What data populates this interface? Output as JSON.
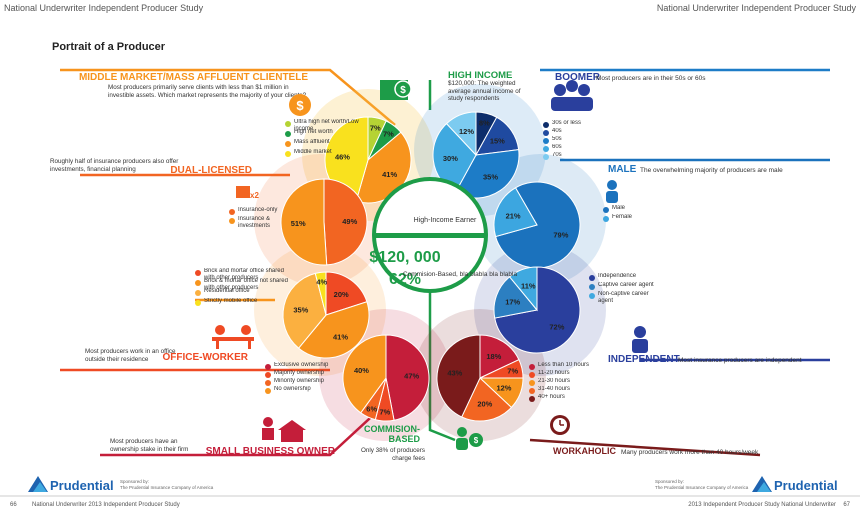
{
  "header": {
    "left": "National Underwriter Independent Producer Study",
    "right": "National Underwriter Independent Producer Study"
  },
  "title": "Portrait of a Producer",
  "center": {
    "top_value": "$120, 000",
    "top_label": "High-Income Earner",
    "bottom_value": "62%",
    "bottom_label": "Commision-Based, bla blabla bla blabla"
  },
  "sections": {
    "middle_market": {
      "title": "MIDDLE MARKET/MASS AFFLUENT CLIENTELE",
      "text": "Most producers primarily serve clients with less than $1 million in investible assets. Which market represents the majority of your clients?",
      "legend": [
        "Ultra high net worth/Low income",
        "High net worth",
        "Mass affluent",
        "Middle market"
      ]
    },
    "high_income": {
      "title": "HIGH INCOME",
      "text": "$120,000: The weighted average annual income of study respondents"
    },
    "boomer": {
      "title": "BOOMER",
      "text": "Most producers are in their 50s or 60s",
      "legend": [
        "30s or less",
        "40s",
        "50s",
        "60s",
        "70s"
      ]
    },
    "male": {
      "title": "MALE",
      "text": "The overwhelming majority of producers are male",
      "legend": [
        "Male",
        "Female"
      ]
    },
    "dual": {
      "title": "DUAL-LICENSED",
      "text": "Roughly half of insurance producers also offer investments, financial planning",
      "legend": [
        "Insurance-only",
        "Insurance & investments"
      ]
    },
    "office": {
      "title": "OFFICE-WORKER",
      "text": "Most producers work in an office outside their residence",
      "legend": [
        "Brick and mortar office shared with other producers",
        "Brick & mortar office not shared with other producers",
        "Residential office",
        "Strictly mobile office"
      ]
    },
    "independent": {
      "title": "INDEPENDENT",
      "text": "Most insurance producers are independent",
      "legend": [
        "Independence",
        "Captive career agent",
        "Non-captive career agent"
      ]
    },
    "small_business": {
      "title": "SMALL BUSINESS OWNER",
      "text": "Most producers have an ownership stake in their firm",
      "legend": [
        "Exclusive ownership",
        "Majority ownership",
        "Minority ownership",
        "No ownership"
      ]
    },
    "commission": {
      "title": "COMMISION-BASED",
      "text": "Only 38% of producers charge fees"
    },
    "workaholic": {
      "title": "WORKAHOLIC",
      "text": "Many producers work more than 40 hours/week",
      "legend": [
        "Less than 10 hours",
        "11-20 hours",
        "21-30 hours",
        "31-40 hours",
        "40+ hours"
      ]
    }
  },
  "footer": {
    "logo": "Prudential",
    "sponsor_line1": "Sponsored by:",
    "sponsor_line2": "The Prudential Insurance Company of America",
    "left_page": "66",
    "left_text": "National Underwriter 2013 Independent Producer Study",
    "right_text": "2013 Independent Producer Study National Underwriter",
    "right_page": "67"
  },
  "chart_data": [
    {
      "type": "pie",
      "title": "Middle market/mass affluent clientele",
      "categories": [
        "Ultra high net worth/Low income",
        "High net worth",
        "Mass affluent",
        "Middle market"
      ],
      "values": [
        7,
        7,
        41,
        46
      ],
      "colors": [
        "#b5d334",
        "#1d9c48",
        "#f7941d",
        "#f9e11e"
      ]
    },
    {
      "type": "pie",
      "title": "Boomer",
      "categories": [
        "30s or less",
        "40s",
        "50s",
        "60s",
        "70s"
      ],
      "values": [
        8,
        15,
        35,
        30,
        12
      ],
      "colors": [
        "#0d2d6b",
        "#1f4aa0",
        "#1d7cc7",
        "#3fa9e0",
        "#7ccbf0"
      ]
    },
    {
      "type": "pie",
      "title": "Male",
      "categories": [
        "Male",
        "Female"
      ],
      "values": [
        79,
        21
      ],
      "colors": [
        "#1b72bd",
        "#3ca6e0"
      ]
    },
    {
      "type": "pie",
      "title": "Dual-licensed",
      "categories": [
        "Insurance-only",
        "Insurance & investments"
      ],
      "values": [
        49,
        51
      ],
      "colors": [
        "#f26522",
        "#f7941d"
      ]
    },
    {
      "type": "pie",
      "title": "Office-worker",
      "categories": [
        "Brick and mortar office shared with other producers",
        "Brick & mortar office not shared with other producers",
        "Residential office",
        "Strictly mobile office"
      ],
      "values": [
        20,
        41,
        35,
        4
      ],
      "colors": [
        "#ef4a24",
        "#f7941d",
        "#fbb040",
        "#f9e11e"
      ]
    },
    {
      "type": "pie",
      "title": "Independent",
      "categories": [
        "Independence",
        "Captive career agent",
        "Non-captive career agent"
      ],
      "values": [
        72,
        17,
        11
      ],
      "colors": [
        "#2a3f9d",
        "#2c7fc1",
        "#3fa9e0"
      ]
    },
    {
      "type": "pie",
      "title": "Small business owner",
      "categories": [
        "Exclusive ownership",
        "Majority ownership",
        "Minority ownership",
        "No ownership"
      ],
      "values": [
        47,
        7,
        6,
        40
      ],
      "colors": [
        "#c41e3a",
        "#ef4a24",
        "#f26522",
        "#f7941d"
      ]
    },
    {
      "type": "pie",
      "title": "Workaholic",
      "categories": [
        "Less than 10 hours",
        "11-20 hours",
        "21-30 hours",
        "31-40 hours",
        "40+ hours"
      ],
      "values": [
        18,
        7,
        12,
        20,
        43
      ],
      "colors": [
        "#c41e3a",
        "#ef4a24",
        "#f7941d",
        "#f26522",
        "#7a1b1b"
      ]
    }
  ]
}
